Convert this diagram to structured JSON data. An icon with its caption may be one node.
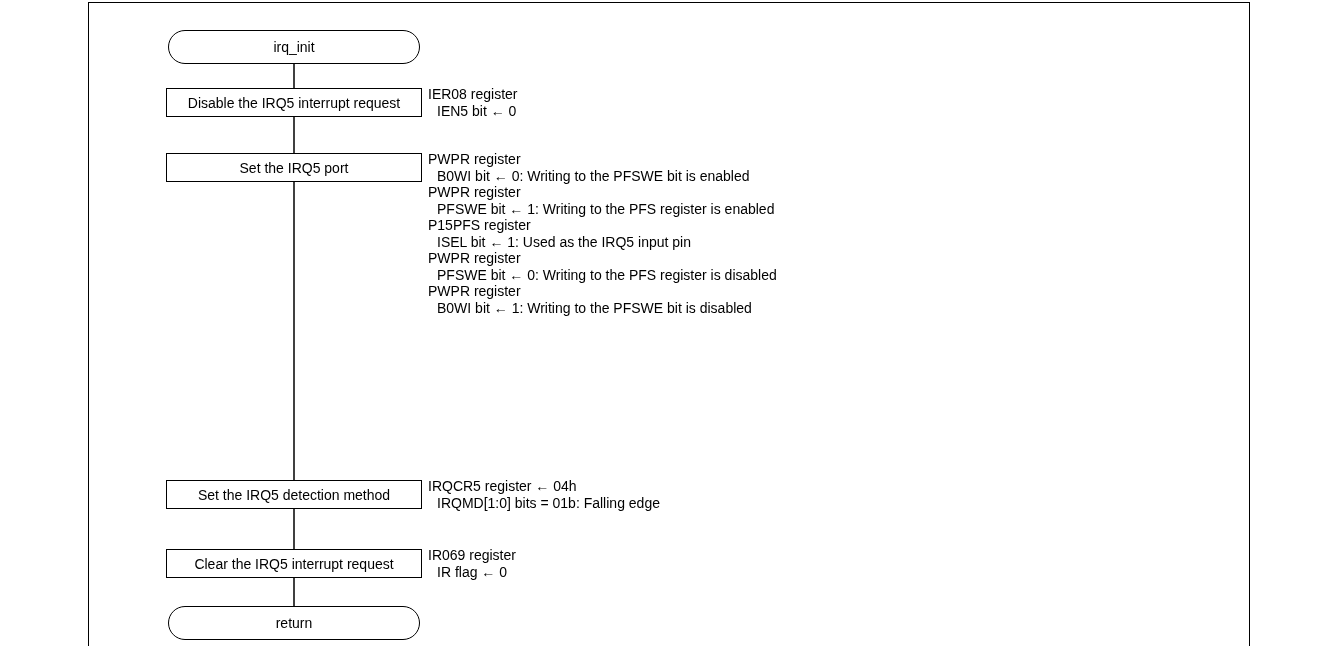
{
  "diagram": {
    "nodes": [
      {
        "text": [
          "irq_init"
        ]
      },
      {
        "text": [
          "Disable the IRQ5 interrupt request"
        ],
        "beside": [
          "IER08 register",
          "IEN5 bit ← 0"
        ]
      },
      {
        "text": [
          "Set the IRQ5 port"
        ],
        "beside": [
          "PWPR register",
          "B0WI bit ← 0: Writing to the PFSWE bit is enabled",
          "PWPR register",
          "PFSWE bit ← 1: Writing to the PFS register is enabled",
          "P15PFS register",
          "ISEL bit ← 1: Used as the IRQ5 input pin",
          "PWPR register",
          "PFSWE bit ← 0: Writing to the PFS register is disabled",
          "PWPR register",
          "B0WI bit ← 1: Writing to the PFSWE bit is disabled"
        ]
      },
      {
        "text": [
          "Set the IRQ5 detection method"
        ],
        "beside": [
          "IRQCR5 register ← 04h",
          "IRQMD[1:0] bits = 01b: Falling edge"
        ]
      },
      {
        "text": [
          "Clear the IRQ5 interrupt request"
        ],
        "beside": [
          "IR069 register",
          "IR flag ← 0"
        ]
      },
      {
        "text": [
          "return"
        ]
      }
    ],
    "edges": [
      {
        "from": 0,
        "to": 1,
        "arrow": "none"
      },
      {
        "from": 1,
        "to": 2,
        "arrow": "none"
      },
      {
        "from": 2,
        "to": 3,
        "arrow": "none"
      },
      {
        "from": 3,
        "to": 4,
        "arrow": "none"
      },
      {
        "from": 4,
        "to": 5,
        "arrow": "none"
      }
    ]
  }
}
